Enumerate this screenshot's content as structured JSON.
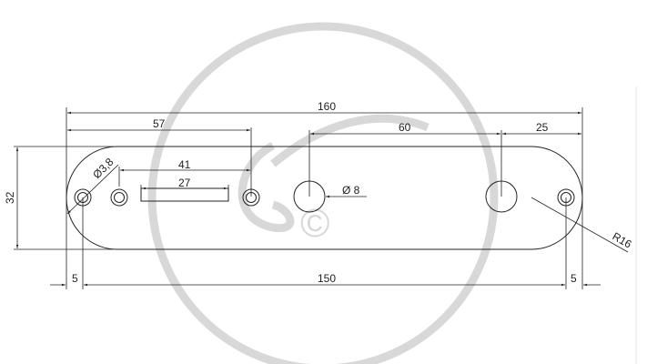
{
  "drawing": {
    "title": "Control plate technical drawing",
    "dimensions": {
      "overall_length": "160",
      "first_to_pot": "57",
      "pot_to_pot": "60",
      "pot_to_end": "25",
      "hole_span": "41",
      "slot_length": "27",
      "height": "32",
      "mount_spacing": "150",
      "edge_left": "5",
      "edge_right": "5",
      "small_hole_diameter": "Ø3,8",
      "large_hole_diameter": "Ø 8",
      "end_radius": "R16"
    },
    "watermark": {
      "symbol": "©"
    },
    "colors": {
      "line": "#222222",
      "watermark": "#d8d8d8"
    }
  }
}
